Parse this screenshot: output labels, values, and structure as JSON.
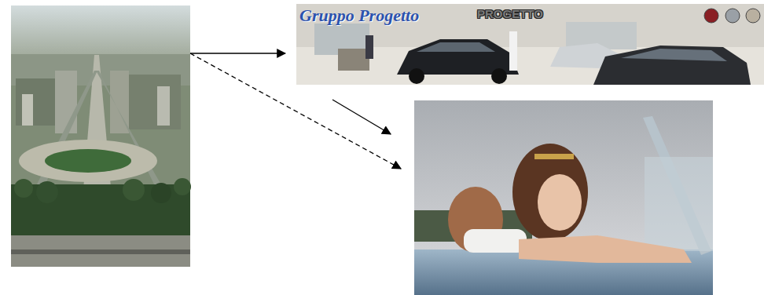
{
  "diagram": {
    "nodes": [
      {
        "text": []
      },
      {
        "text": [
          "Gruppo Progetto",
          "PROGETTO"
        ]
      },
      {
        "text": []
      }
    ],
    "edges": [
      {
        "from": 0,
        "to": 1,
        "arrow": "to"
      },
      {
        "from": 0,
        "to": 2,
        "arrow": "to"
      }
    ]
  }
}
